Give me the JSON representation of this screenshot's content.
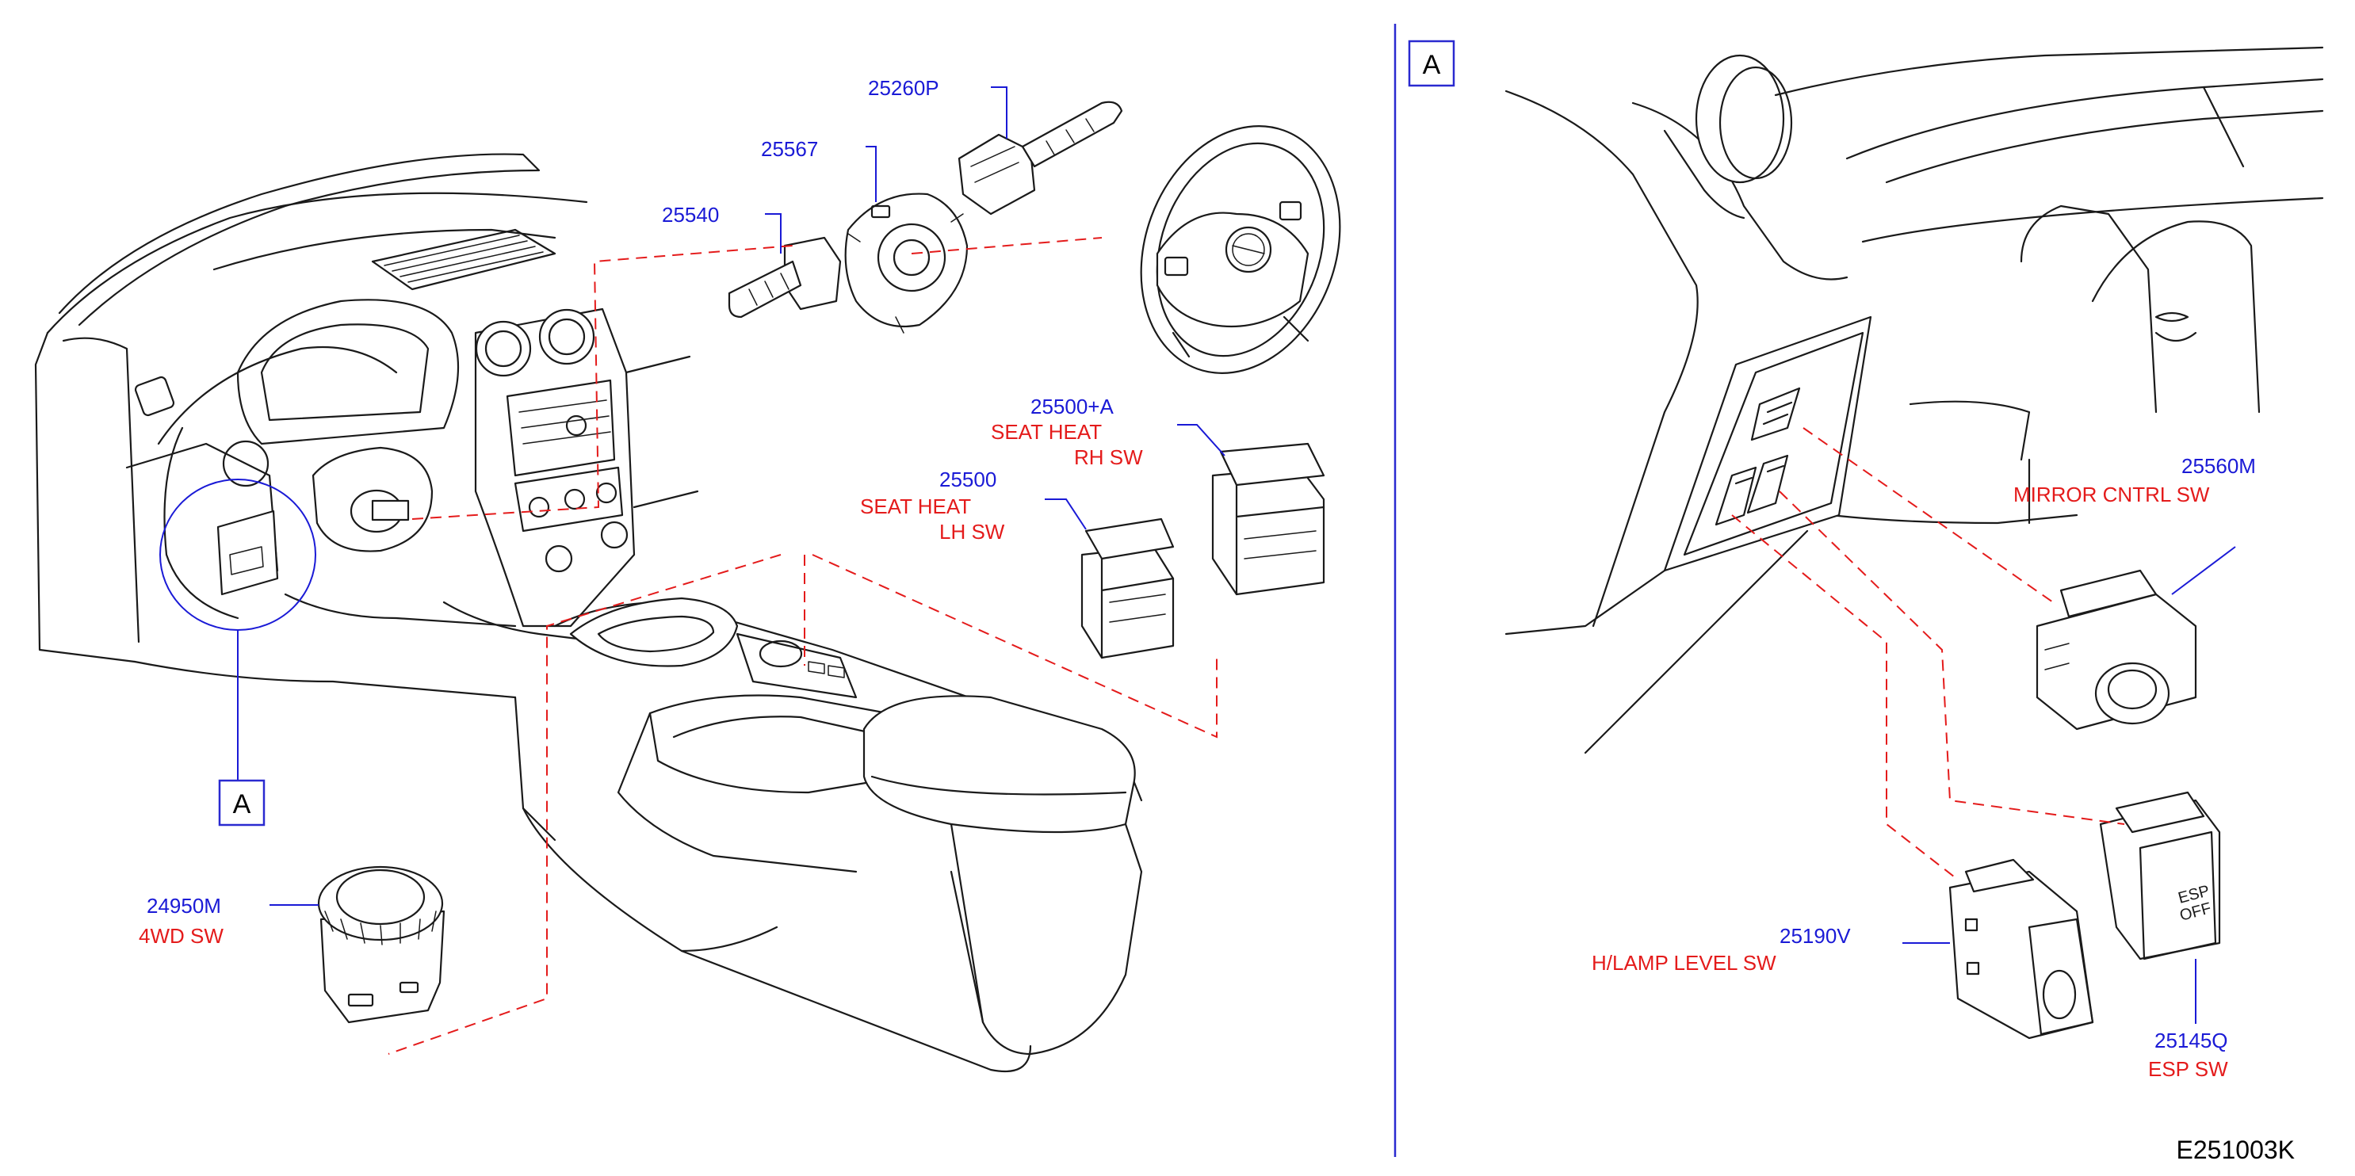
{
  "colors": {
    "part_number": "#1a1ad6",
    "part_name": "#e41b1b",
    "line": "#1a1a1a",
    "dashed_link": "#e41b1b"
  },
  "view_marker": "A",
  "detail_marker": "A",
  "reference_code": "E251003K",
  "parts": [
    {
      "number": "25260P"
    },
    {
      "number": "25567"
    },
    {
      "number": "25540"
    },
    {
      "number": "25500+A",
      "name_lines": [
        "SEAT   HEAT",
        "RH   SW"
      ]
    },
    {
      "number": "25500",
      "name_lines": [
        "SEAT   HEAT",
        "LH   SW"
      ]
    },
    {
      "number": "24950M",
      "name_lines": [
        "4WD   SW"
      ]
    },
    {
      "number": "25560M",
      "name_lines": [
        "MIRROR   CNTRL   SW"
      ]
    },
    {
      "number": "25190V",
      "name_lines": [
        "H/LAMP   LEVEL   SW"
      ]
    },
    {
      "number": "25145Q",
      "name_lines": [
        "ESP   SW"
      ]
    }
  ],
  "esp_button_text": [
    "ESP",
    "OFF"
  ]
}
